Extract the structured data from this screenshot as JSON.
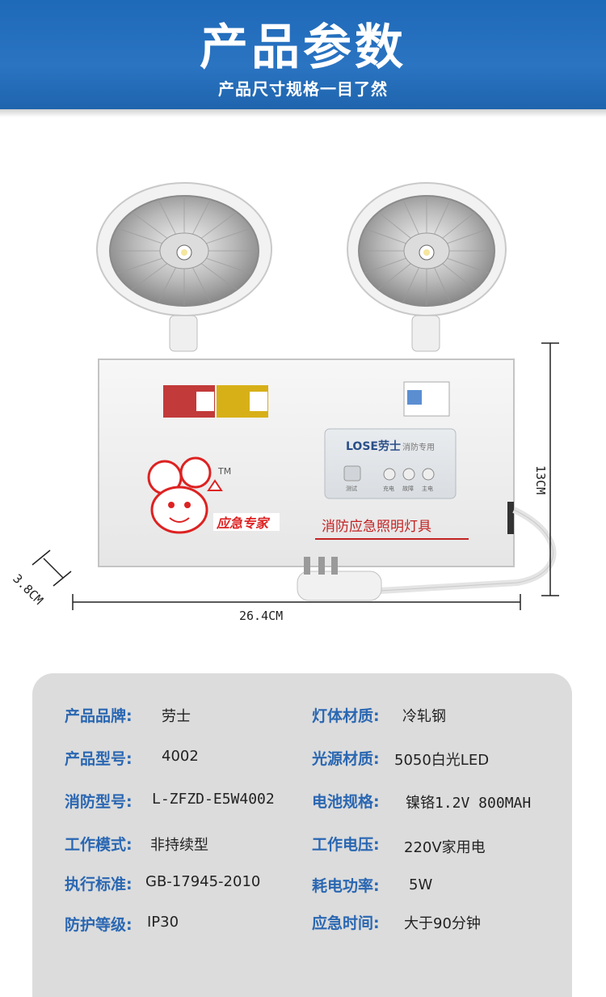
{
  "banner": {
    "title": "产品参数",
    "subtitle": "产品尺寸规格一目了然"
  },
  "product": {
    "brand_logo": "LOSE劳士",
    "panel_tag": "消防专用",
    "buttons": [
      "测试",
      "充电",
      "故障",
      "主电"
    ],
    "label_text": "消防应急照明灯具",
    "mascot_text": "应急专家",
    "tm": "TM"
  },
  "dimensions": {
    "width": "26.4CM",
    "height": "13CM",
    "depth": "3.8CM"
  },
  "specs": [
    {
      "label": "产品品牌:",
      "value": "劳士"
    },
    {
      "label": "灯体材质:",
      "value": "冷轧钢"
    },
    {
      "label": "产品型号:",
      "value": "4002"
    },
    {
      "label": "光源材质:",
      "value": "5050白光LED"
    },
    {
      "label": "消防型号:",
      "value": "L-ZFZD-E5W4002"
    },
    {
      "label": "电池规格:",
      "value": "镍铬1.2V 800MAH"
    },
    {
      "label": "工作模式:",
      "value": "非持续型"
    },
    {
      "label": "工作电压:",
      "value": "220V家用电"
    },
    {
      "label": "执行标准:",
      "value": "GB-17945-2010"
    },
    {
      "label": "耗电功率:",
      "value": "5W"
    },
    {
      "label": "防护等级:",
      "value": "IP30"
    },
    {
      "label": "应急时间:",
      "value": "大于90分钟"
    }
  ]
}
